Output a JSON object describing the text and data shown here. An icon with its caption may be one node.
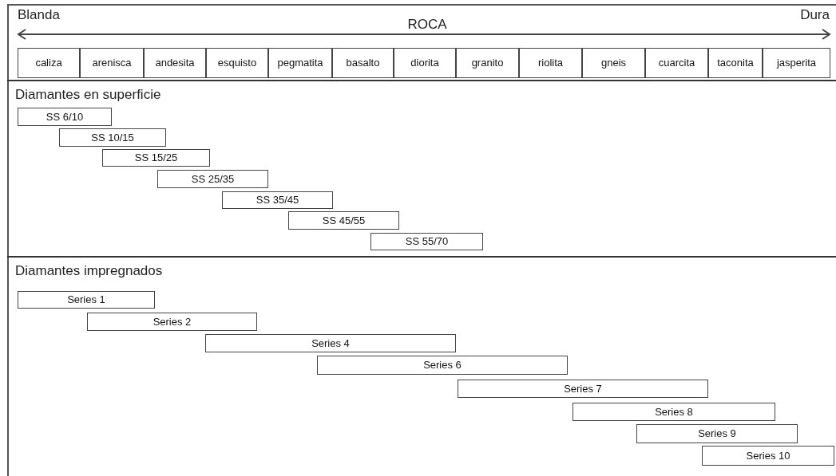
{
  "diagram": {
    "nodes": [
      {
        "text": [
          "caliza"
        ]
      },
      {
        "text": [
          "arenisca"
        ]
      },
      {
        "text": [
          "andesita"
        ]
      },
      {
        "text": [
          "esquisto"
        ]
      },
      {
        "text": [
          "pegmatita"
        ]
      },
      {
        "text": [
          "basalto"
        ]
      },
      {
        "text": [
          "diorita"
        ]
      },
      {
        "text": [
          "granito"
        ]
      },
      {
        "text": [
          "riolita"
        ]
      },
      {
        "text": [
          "gneis"
        ]
      },
      {
        "text": [
          "cuarcita"
        ]
      },
      {
        "text": [
          "taconita"
        ]
      },
      {
        "text": [
          "jasperita"
        ]
      },
      {
        "text": [
          "Diamantes en superficie"
        ]
      },
      {
        "text": [
          "SS 6/10"
        ],
        "in": 13
      },
      {
        "text": [
          "SS 10/15"
        ],
        "in": 13
      },
      {
        "text": [
          "SS 15/25"
        ],
        "in": 13
      },
      {
        "text": [
          "SS 25/35"
        ],
        "in": 13
      },
      {
        "text": [
          "SS 35/45"
        ],
        "in": 13
      },
      {
        "text": [
          "SS 45/55"
        ],
        "in": 13
      },
      {
        "text": [
          "SS 55/70"
        ],
        "in": 13
      },
      {
        "text": [
          "Diamantes impregnados"
        ]
      },
      {
        "text": [
          "Series 1"
        ],
        "in": 21
      },
      {
        "text": [
          "Series 2"
        ],
        "in": 21
      },
      {
        "text": [
          "Series 4"
        ],
        "in": 21
      },
      {
        "text": [
          "Series 6"
        ],
        "in": 21
      },
      {
        "text": [
          "Series 7"
        ],
        "in": 21
      },
      {
        "text": [
          "Series 8"
        ],
        "in": 21
      },
      {
        "text": [
          "Series 9"
        ],
        "in": 21
      },
      {
        "text": [
          "Series 10"
        ],
        "in": 21
      }
    ],
    "edges": [],
    "labels": [
      "Blanda",
      "ROCA",
      "Dura"
    ]
  }
}
